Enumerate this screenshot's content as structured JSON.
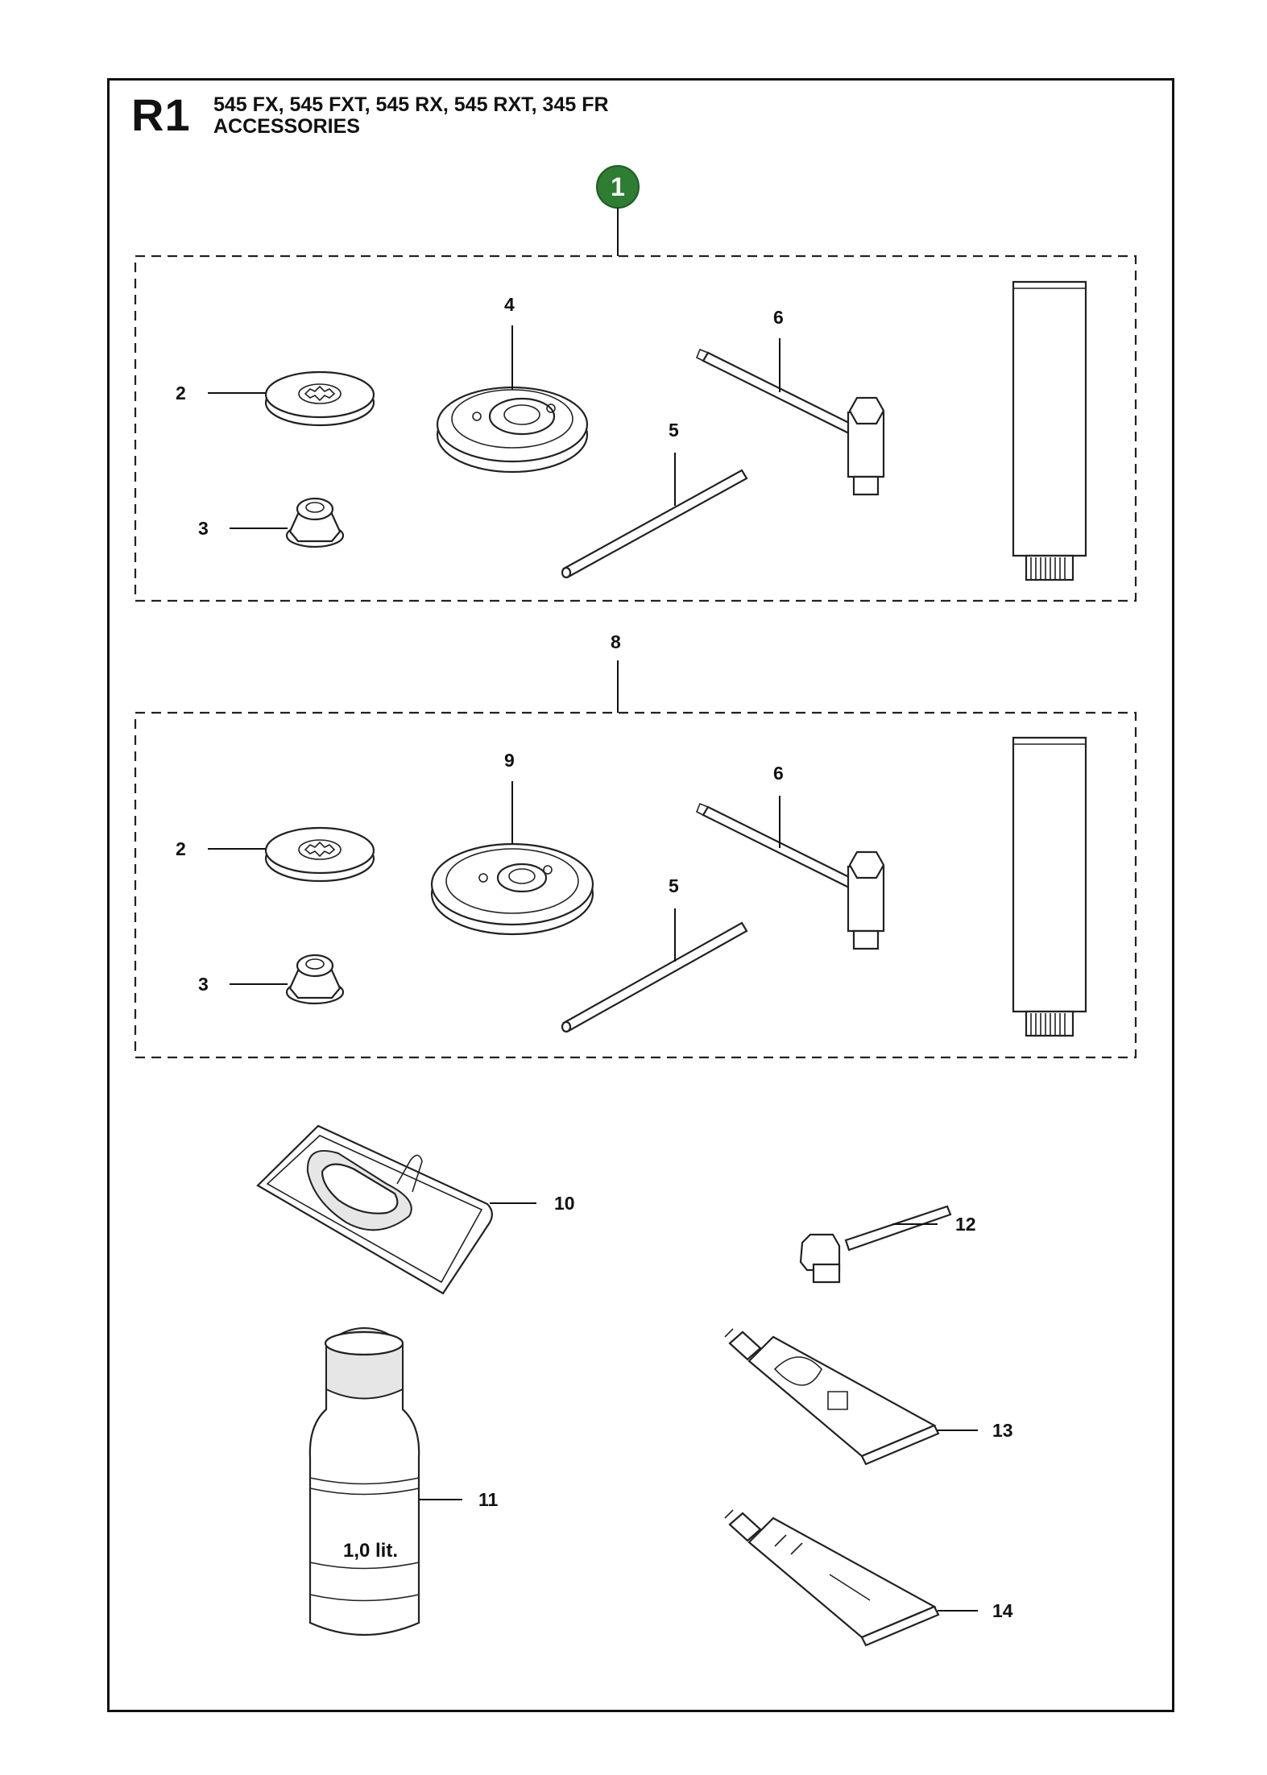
{
  "header": {
    "section_code": "R1",
    "models": "545 FX, 545 FXT, 545 RX, 545 RXT, 345 FR",
    "subtitle": "ACCESSORIES"
  },
  "kit_badge": {
    "number": "1",
    "color": "#2e7d32"
  },
  "part_labels": {
    "kit_a": [
      "2",
      "3",
      "4",
      "5",
      "6"
    ],
    "kit_b_number": "8",
    "kit_b": [
      "2",
      "3",
      "9",
      "5",
      "6"
    ],
    "loose": [
      "10",
      "11",
      "12",
      "13",
      "14"
    ]
  },
  "bottle_text": "1,0 lit."
}
